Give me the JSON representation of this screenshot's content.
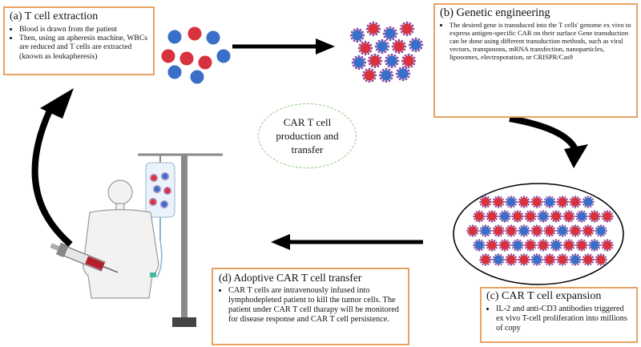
{
  "center_label": "CAR T cell production and transfer",
  "steps": {
    "a": {
      "title": "(a) T cell extraction",
      "bullets": [
        "Blood is drawn from the patient",
        "Then, using an apheresis machine, WBCs are reduced and T cells are extracted (known as leukapheresis)"
      ]
    },
    "b": {
      "title": "(b) Genetic engineering",
      "bullets": [
        "The desired gene is transduced into the T cells' genome ex vivo to express antigen-specific CAR on their surface Gene transduction can be done using different transduction methods, such as viral vectors, transposons, mRNA transfection, nanoparticles, liposomes, electroporation, or CRISPR/Cas9"
      ]
    },
    "c": {
      "title": "(c) CAR T cell expansion",
      "bullets": [
        "IL-2 and anti-CD3 antibodies triggered ex vivo T-cell proliferation into millions of copy"
      ]
    },
    "d": {
      "title": "(d) Adoptive CAR T cell transfer",
      "bullets": [
        "CAR T cells are intravenously infused into lymphodepleted patient to kill the tumor cells. The patient under CAR T cell tharapy will be monitored for disease response and CAR T cell persistence."
      ]
    }
  },
  "colors": {
    "box_border": "#e8a263",
    "red_cell": "#d8323f",
    "blue_cell": "#3a6fc9",
    "car_receptor": "#8d4fa0",
    "arrow": "#000000",
    "ellipse_dash": "#8cc47a"
  },
  "icons": [
    "blood-cells",
    "car-t-cells",
    "expanded-car-t-culture",
    "iv-infusion-stand",
    "patient-figure",
    "syringe"
  ]
}
